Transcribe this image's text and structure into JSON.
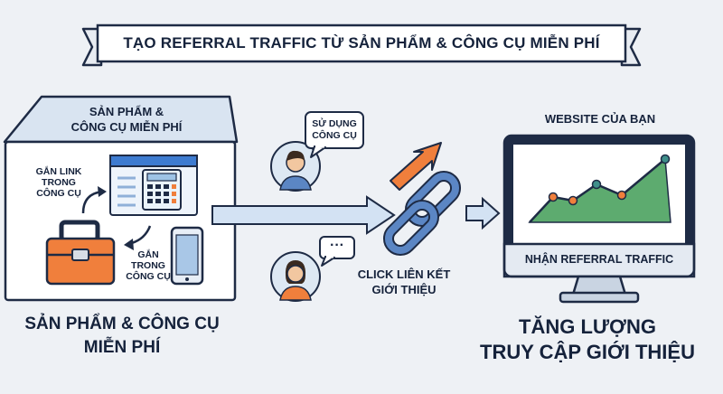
{
  "title": "TẠO REFERRAL TRAFFIC TỪ SẢN PHẨM & CÔNG CỤ MIỄN PHÍ",
  "products": {
    "box_header_line1": "SẢN PHẨM &",
    "box_header_line2": "CÔNG CỤ MIỄN PHÍ",
    "embed_label_line1": "GẮN LINK",
    "embed_label_line2": "TRONG",
    "embed_label_line3": "CÔNG CỤ",
    "attach_label_line1": "GẮN",
    "attach_label_line2": "TRONG",
    "attach_label_line3": "CÔNG CỤ",
    "caption_line1": "SẢN PHẨM & CÔNG CỤ",
    "caption_line2": "MIỄN PHÍ"
  },
  "users": {
    "bubble_top_line1": "SỬ DỤNG",
    "bubble_top_line2": "CÔNG CỤ",
    "bubble_bottom_text": "···",
    "click_label_line1": "CLICK LIÊN KẾT",
    "click_label_line2": "GIỚI THIỆU"
  },
  "website": {
    "label": "WEBSITE CỦA BẠN",
    "screen_caption": "NHẬN REFERRAL TRAFFIC",
    "caption_line1": "TĂNG LƯỢNG",
    "caption_line2": "TRUY CẬP GIỚI THIỆU"
  },
  "colors": {
    "navy": "#1e2b45",
    "orange": "#f07f3c",
    "blue": "#5b86c4",
    "light_blue": "#cfe0f2",
    "green": "#5dab6f",
    "teal": "#3f8f8a",
    "skin": "#f2c7a0"
  },
  "icons": [
    "calculator-icon",
    "window-icon",
    "toolbox-icon",
    "smartphone-icon",
    "chain-link-icon",
    "monitor-icon",
    "user-avatar-icon"
  ]
}
